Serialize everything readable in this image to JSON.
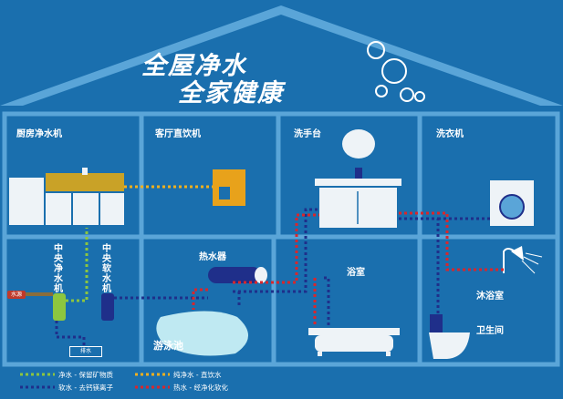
{
  "header": {
    "slogan_line1": "全屋净水",
    "slogan_line2": "全家健康"
  },
  "rooms": {
    "kitchen": "厨房净水机",
    "living": "客厅直饮机",
    "washbasin": "洗手台",
    "laundry": "洗衣机",
    "heater": "热水器",
    "bathroom": "浴室",
    "shower": "沐浴室",
    "toilet": "卫生间",
    "pool": "游泳池"
  },
  "equipment": {
    "central_purifier": "中央净水机",
    "central_softener": "中央软水机",
    "inlet": "水源",
    "drain": "排水"
  },
  "legend": [
    {
      "text": "净水 - 保留矿物质",
      "color": "#8dc63f"
    },
    {
      "text": "纯净水 - 直饮水",
      "color": "#f2b01e"
    },
    {
      "text": "软水 - 去钙镁离子",
      "color": "#1f2f8a"
    },
    {
      "text": "热水 - 经净化软化",
      "color": "#d9262b"
    }
  ],
  "colors": {
    "background": "#1a6fae",
    "wall": "#5aa5d8",
    "pipe_green": "#8dc63f",
    "pipe_yellow": "#f2b01e",
    "pipe_navy": "#1f2f8a",
    "pipe_red": "#d9262b"
  }
}
